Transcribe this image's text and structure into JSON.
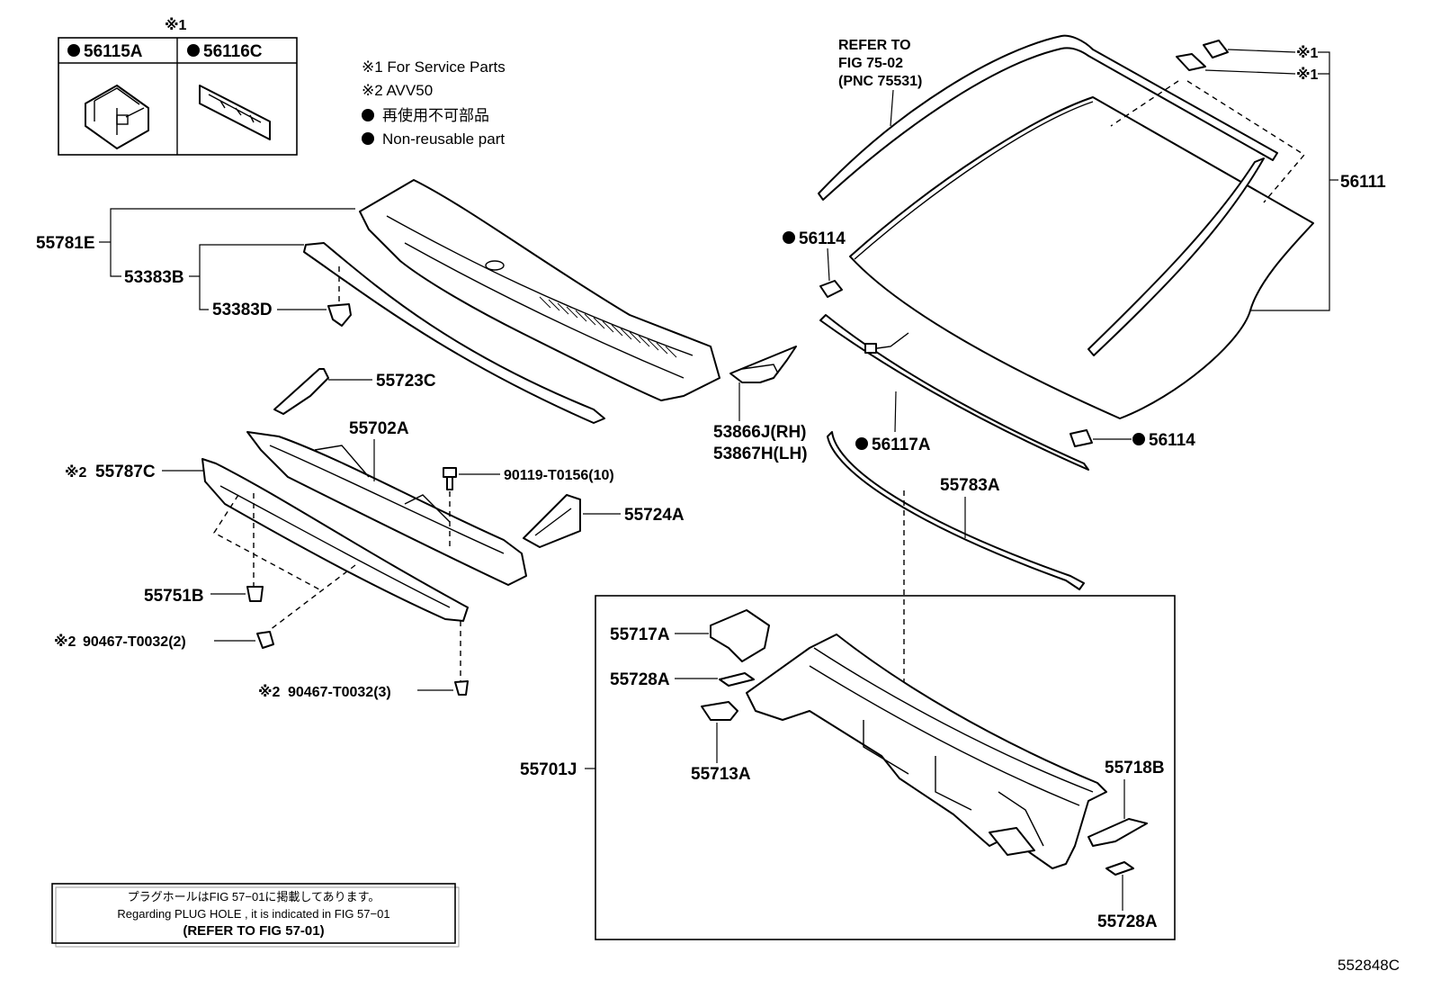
{
  "legend_box": {
    "header_mark": "※1",
    "items": [
      {
        "mark": "●",
        "part_no": "56115A"
      },
      {
        "mark": "●",
        "part_no": "56116C"
      }
    ]
  },
  "notes": {
    "service": "※1 For Service Parts",
    "avv": "※2 AVV50",
    "nonreusable_jp": "再使用不可部品",
    "nonreusable_en": "Non-reusable part",
    "bullet": "●"
  },
  "refer": {
    "line1": "REFER TO",
    "line2": "FIG 75-02",
    "line3": "(PNC 75531)"
  },
  "labels": {
    "p56111": "56111",
    "p56114a": "56114",
    "p56114b": "56114",
    "p56117A": "56117A",
    "p55783A": "55783A",
    "p53866J": "53866J(RH)",
    "p53867H": "53867H(LH)",
    "p55781E": "55781E",
    "p53383B": "53383B",
    "p53383D": "53383D",
    "p55723C": "55723C",
    "p55702A": "55702A",
    "p55787C": "55787C",
    "p90119": "90119-T0156(10)",
    "p55724A": "55724A",
    "p55751B": "55751B",
    "p90467a": "90467-T0032(2)",
    "p90467b": "90467-T0032(3)",
    "p55717A": "55717A",
    "p55728A_a": "55728A",
    "p55713A": "55713A",
    "p55701J": "55701J",
    "p55718B": "55718B",
    "p55728A_b": "55728A",
    "mark1": "※1",
    "mark2": "※2"
  },
  "bottom_note": {
    "line_jp": "プラグホールはFIG 57−01に掲載してあります。",
    "line_en": "Regarding PLUG HOLE , it is indicated in FIG 57−01",
    "line_ref": "(REFER TO FIG 57-01)"
  },
  "figure_code": "552848C"
}
